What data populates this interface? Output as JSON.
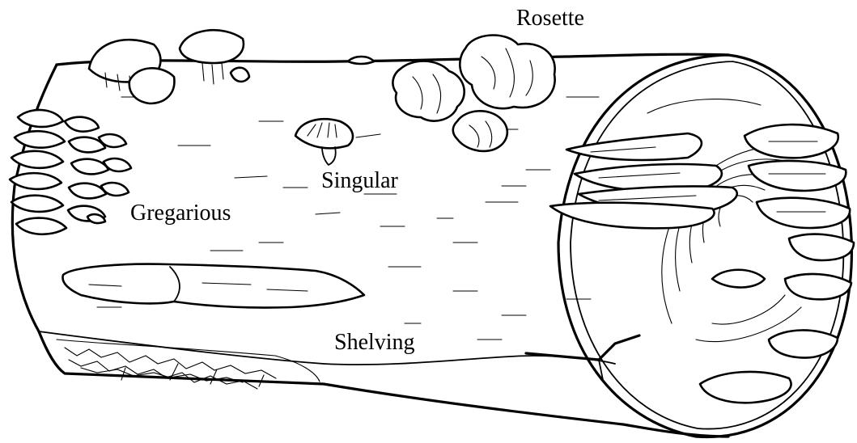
{
  "labels": {
    "rosette": "Rosette",
    "singular": "Singular",
    "gregarious": "Gregarious",
    "shelving": "Shelving"
  },
  "colors": {
    "ink": "#000000",
    "paper": "#ffffff"
  }
}
